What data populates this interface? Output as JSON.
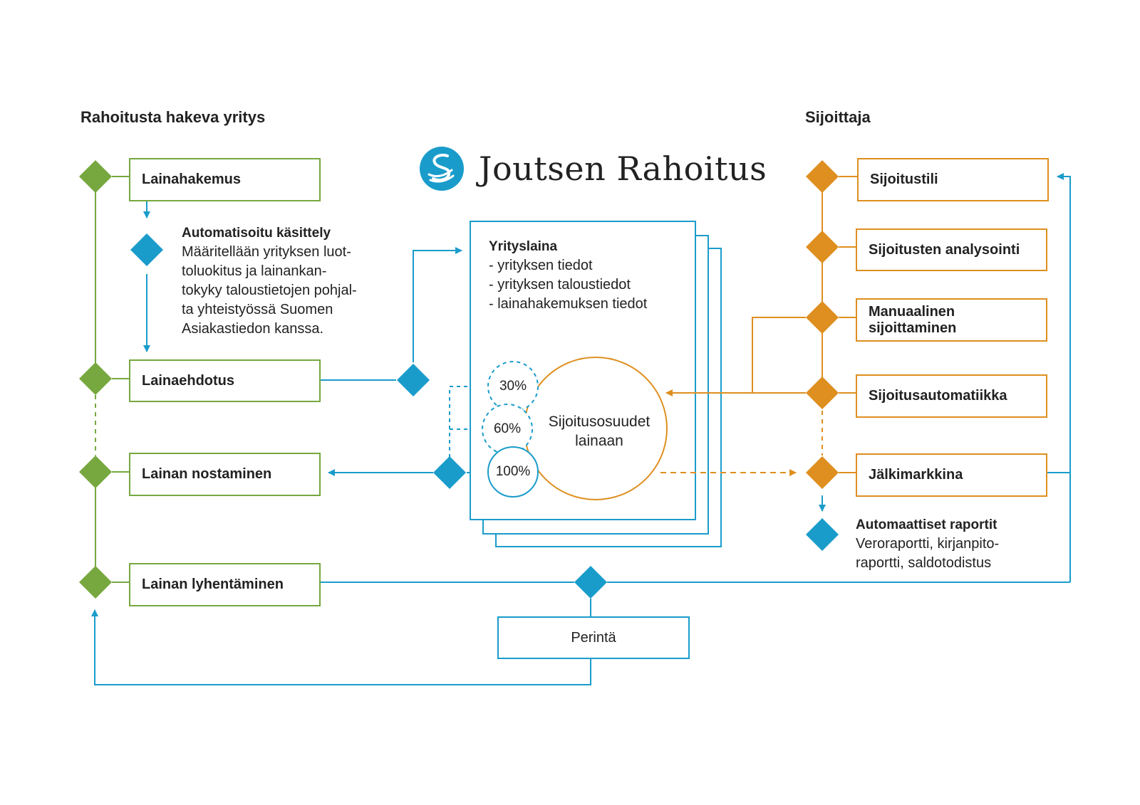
{
  "headings": {
    "left": "Rahoitusta hakeva yritys",
    "right": "Sijoittaja"
  },
  "brand": {
    "name": "Joutsen Rahoitus",
    "logo_icon": "swan-logo-icon"
  },
  "company_steps": {
    "application": "Lainahakemus",
    "automated": {
      "title": "Automatisoitu käsittely",
      "lines": [
        "Määritellään yrityksen luot-",
        "toluokitus ja  lainankan-",
        "tokyky taloustietojen pohjal-",
        "ta yhteistyössä Suomen",
        "Asiakastiedon kanssa."
      ]
    },
    "offer": "Lainaehdotus",
    "drawdown": "Lainan nostaminen",
    "repayment": "Lainan lyhentäminen"
  },
  "collection": "Perintä",
  "loan_document": {
    "title": "Yrityslaina",
    "items": [
      "- yrityksen tiedot",
      "- yrityksen taloustiedot",
      "- lainahakemuksen tiedot"
    ],
    "circle_label": "Sijoitusosuudet lainaan",
    "thresholds": [
      "30%",
      "60%",
      "100%"
    ]
  },
  "investor_steps": {
    "account": "Sijoitustili",
    "analysis": "Sijoitusten analysointi",
    "manual": "Manuaalinen sijoittaminen",
    "automation": "Sijoitusautomatiikka",
    "secondary": "Jälkimarkkina",
    "reports": {
      "title": "Automaattiset raportit",
      "lines": [
        "Veroraportti, kirjanpito-",
        "raportti, saldotodistus"
      ]
    }
  },
  "colors": {
    "green": "#76a83f",
    "orange": "#de8f1f",
    "blue": "#1a9ccb"
  }
}
